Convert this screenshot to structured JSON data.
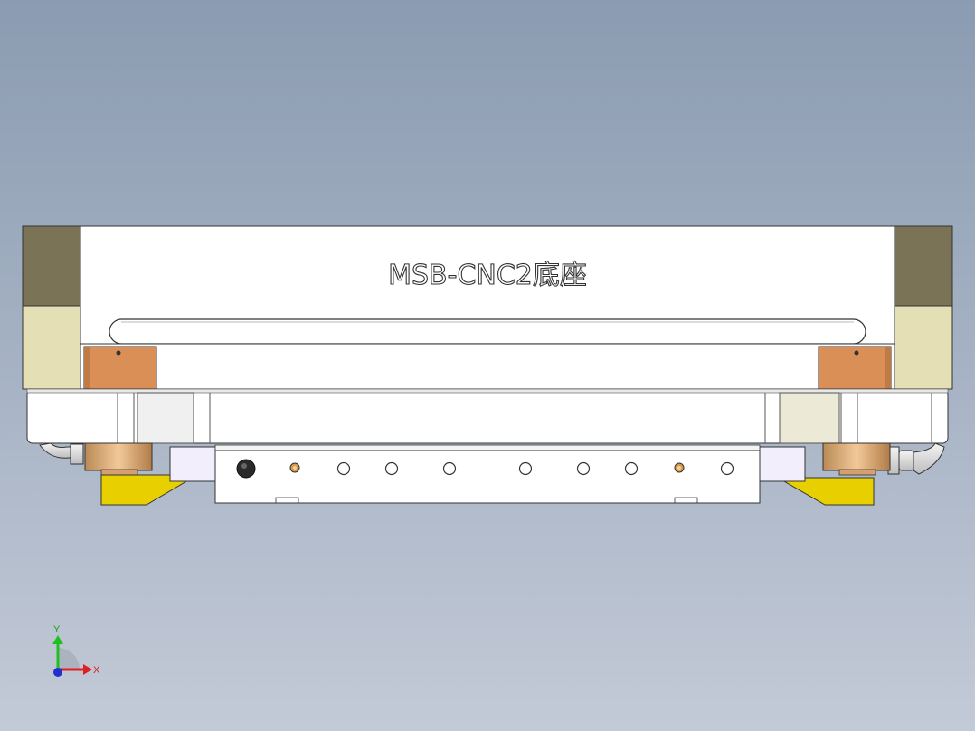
{
  "model": {
    "engraved_label": "MSB-CNC2底座"
  },
  "triad": {
    "x_label": "X",
    "y_label": "Y",
    "x_color": "#e02020",
    "y_color": "#20c020",
    "z_color": "#2030d0"
  },
  "colors": {
    "background_top": "#8b9bb1",
    "background_bottom": "#c3cad7",
    "body_fill": "#ffffff",
    "outline": "#333333",
    "end_block_dark": "#7a7355",
    "end_block_light": "#e5dfb6",
    "copper": "#d98f55",
    "wedge_yellow": "#e8d000"
  }
}
